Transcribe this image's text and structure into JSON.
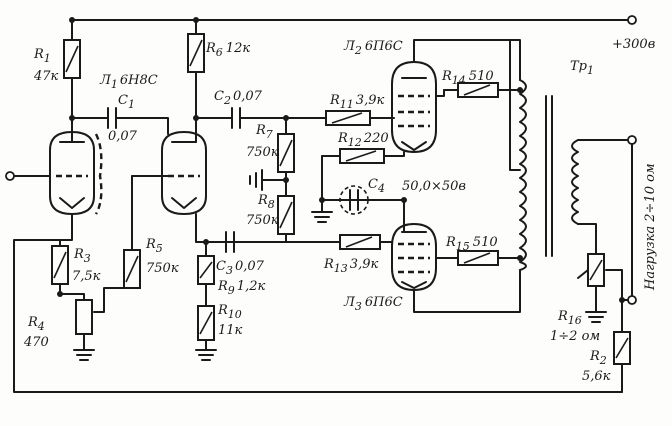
{
  "labels": {
    "r1_name": "R",
    "r1_sub": "1",
    "r1_val": "47к",
    "r6": "R",
    "r6_sub": "6",
    "r6_val": "12к",
    "l1_name": "Л",
    "l1_sub": "1",
    "l1_type": "6Н8С",
    "c1_name": "С",
    "c1_sub": "1",
    "c1_val": "0,07",
    "c2_name": "С",
    "c2_sub": "2",
    "c2_val": "0,07",
    "r7_name": "R",
    "r7_sub": "7",
    "r7_val": "750к",
    "r8_name": "R",
    "r8_sub": "8",
    "r8_val": "750к",
    "r11_name": "R",
    "r11_sub": "11",
    "r11_val": "3,9к",
    "r12_name": "R",
    "r12_sub": "12",
    "r12_val": "220",
    "c4_name": "С",
    "c4_sub": "4",
    "c4_val": "50,0×50в",
    "r13_name": "R",
    "r13_sub": "13",
    "r13_val": "3,9к",
    "r14_name": "R",
    "r14_sub": "14",
    "r14_val": "510",
    "r15_name": "R",
    "r15_sub": "15",
    "r15_val": "510",
    "l2_name": "Л",
    "l2_sub": "2",
    "l2_type": "6П6С",
    "l3_name": "Л",
    "l3_sub": "3",
    "l3_type": "6П6С",
    "tr1_name": "Тр",
    "tr1_sub": "1",
    "supply": "+300в",
    "load": "Нагрузка 2÷10 ом",
    "r3_name": "R",
    "r3_sub": "3",
    "r3_val": "7,5к",
    "r4_name": "R",
    "r4_sub": "4",
    "r4_val": "470",
    "r5_name": "R",
    "r5_sub": "5",
    "r5_val": "750к",
    "c3_name": "С",
    "c3_sub": "3",
    "c3_val": "0,07",
    "r9_name": "R",
    "r9_sub": "9",
    "r9_val": "1,2к",
    "r10_name": "R",
    "r10_sub": "10",
    "r10_val": "11к",
    "r16_name": "R",
    "r16_sub": "16",
    "r16_val": "1÷2 ом",
    "r2_name": "R",
    "r2_sub": "2",
    "r2_val": "5,6к"
  }
}
